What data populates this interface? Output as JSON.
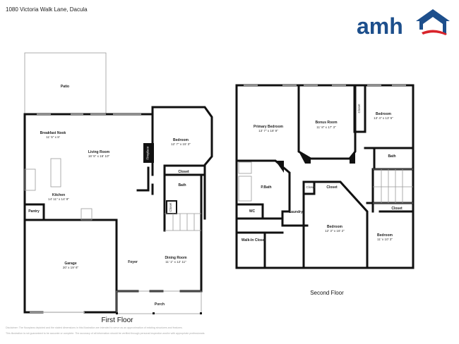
{
  "header": {
    "address": "1080 Victoria Walk Lane, Dacula"
  },
  "logo": {
    "text": "amh",
    "colors": {
      "blue": "#1d4f8c",
      "red": "#d8232a"
    }
  },
  "first_floor": {
    "title": "First Floor",
    "rooms": {
      "patio": {
        "name": "Patio"
      },
      "breakfast_nook": {
        "name": "Breakfast Nook",
        "dims": "11' 5\" x 8'"
      },
      "living_room": {
        "name": "Living Room",
        "dims": "16' 5\" x 16' 10\""
      },
      "fireplace": {
        "name": "Fireplace"
      },
      "bedroom": {
        "name": "Bedroom",
        "dims": "12' 7\" x 15' 3\""
      },
      "closet": {
        "name": "Closet"
      },
      "bath": {
        "name": "Bath"
      },
      "stair_closet": {
        "name": "Closet"
      },
      "kitchen": {
        "name": "Kitchen",
        "dims": "14' 11\" x 14' 9\""
      },
      "pantry": {
        "name": "Pantry"
      },
      "garage": {
        "name": "Garage",
        "dims": "20' x 19' 6\""
      },
      "foyer": {
        "name": "Foyer"
      },
      "dining_room": {
        "name": "Dining Room",
        "dims": "11' 1\" x 12' 11\""
      },
      "porch": {
        "name": "Porch"
      }
    }
  },
  "second_floor": {
    "title": "Second Floor",
    "rooms": {
      "primary_bedroom": {
        "name": "Primary Bedroom",
        "dims": "13' 7\" x 18' 9\""
      },
      "bonus_room": {
        "name": "Bonus Room",
        "dims": "11' 8\" x 17' 3\""
      },
      "closet_a": {
        "name": "Closet"
      },
      "bedroom_a": {
        "name": "Bedroom",
        "dims": "13' 4\" x 13' 5\""
      },
      "bath": {
        "name": "Bath"
      },
      "p_bath": {
        "name": "P.Bath"
      },
      "wc": {
        "name": "WC"
      },
      "laundry": {
        "name": "Laundry"
      },
      "closet_small": {
        "name": "Closet"
      },
      "closet_b": {
        "name": "Closet"
      },
      "closet_c": {
        "name": "Closet"
      },
      "walk_in_closet": {
        "name": "Walk-In Closet"
      },
      "bedroom_b": {
        "name": "Bedroom",
        "dims": "12' 3\" x 16' 2\""
      },
      "bedroom_c": {
        "name": "Bedroom",
        "dims": "11' x 10' 3\""
      }
    }
  },
  "disclaimer": {
    "line1": "Disclaimer: The floorplans depicted and the stated dimensions in this illustration are intended to serve as an approximation of existing structures and features.",
    "line2": "This illustration is not guaranteed to be accurate or complete. The accuracy of all information should be verified through personal inspection and/or with appropriate professionals."
  }
}
